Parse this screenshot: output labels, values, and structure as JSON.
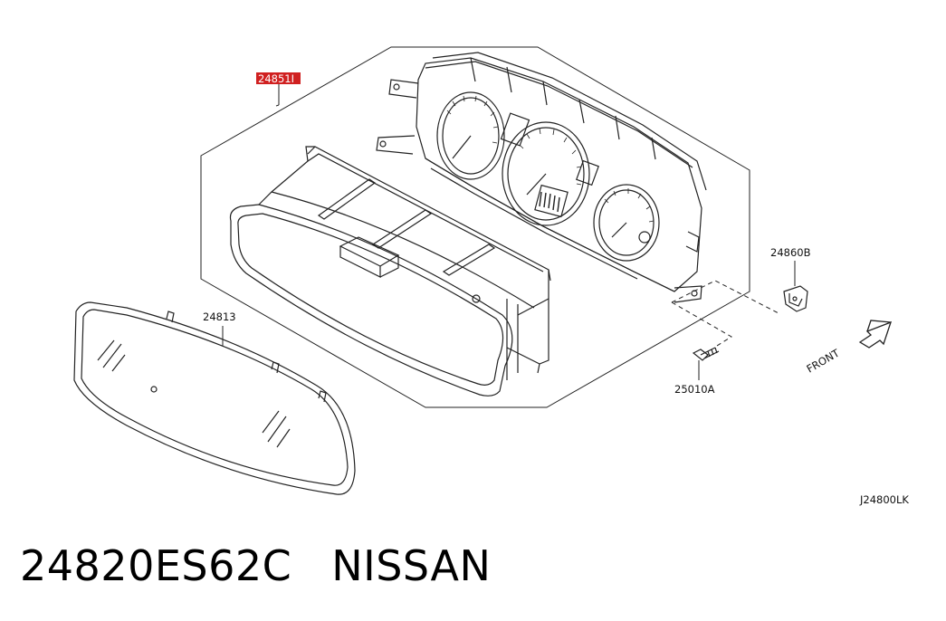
{
  "diagram": {
    "parts": {
      "main_assembly": "24851I",
      "lens": "24813",
      "clip": "24860B",
      "screw": "25010A"
    },
    "front_label": "FRONT",
    "diagram_code": "J24800LK",
    "highlight_color": "#d02020"
  },
  "caption": {
    "part_number": "24820ES62C",
    "brand": "NISSAN"
  }
}
